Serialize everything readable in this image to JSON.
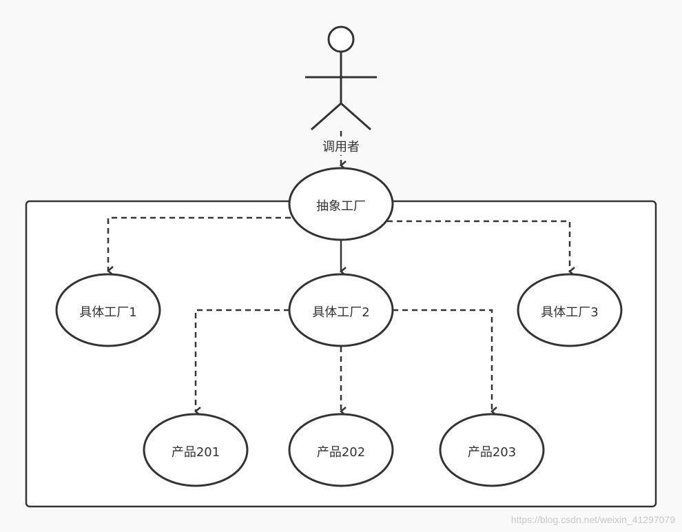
{
  "diagram": {
    "actor": {
      "label": "调用者"
    },
    "abstract_factory": {
      "label": "抽象工厂"
    },
    "concrete_factories": [
      {
        "label": "具体工厂1"
      },
      {
        "label": "具体工厂2"
      },
      {
        "label": "具体工厂3"
      }
    ],
    "products": [
      {
        "label": "产品201"
      },
      {
        "label": "产品202"
      },
      {
        "label": "产品203"
      }
    ],
    "colors": {
      "stroke": "#333333",
      "node_fill": "#ffffff",
      "background": "#f9f9f9"
    }
  },
  "watermark": "https://blog.csdn.net/weixin_41297079"
}
